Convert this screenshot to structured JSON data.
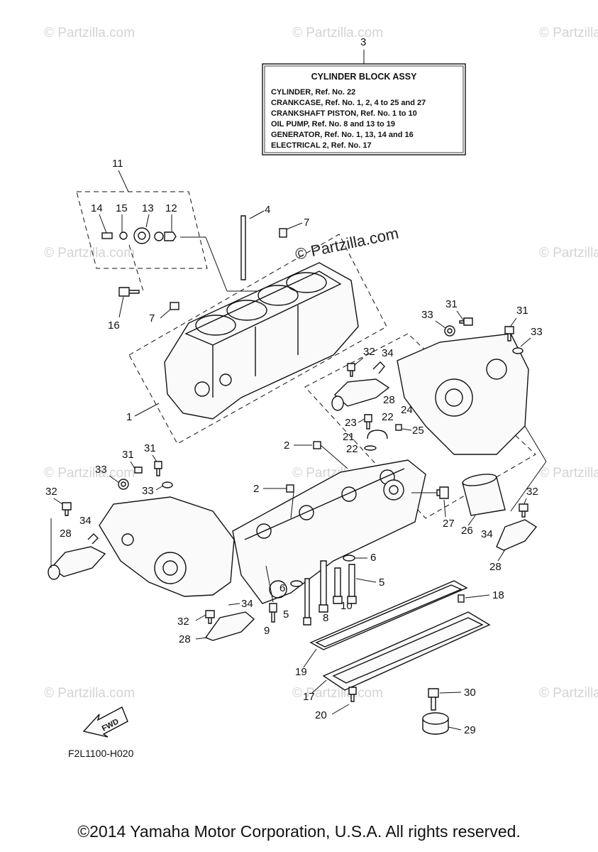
{
  "watermark": {
    "text": "© Partzilla.com",
    "center_text": "© Partzilla.com"
  },
  "assembly_box": {
    "callout": "3",
    "title": "CYLINDER BLOCK ASSY",
    "lines": [
      "CYLINDER, Ref. No. 22",
      "CRANKCASE, Ref. No. 1, 2, 4 to 25 and 27",
      "CRANKSHAFT PISTON,  Ref. No. 1 to 10",
      "OIL PUMP, Ref. No. 8 and 13 to 19",
      "GENERATOR, Ref. No. 1, 13, 14 and 16",
      "ELECTRICAL 2, Ref. No. 17"
    ]
  },
  "callouts": {
    "c1": "1",
    "c2a": "2",
    "c2b": "2",
    "c4": "4",
    "c5a": "5",
    "c5b": "5",
    "c6a": "6",
    "c6b": "6",
    "c7a": "7",
    "c7b": "7",
    "c8": "8",
    "c9": "9",
    "c10": "10",
    "c11": "11",
    "c12": "12",
    "c13": "13",
    "c14": "14",
    "c15": "15",
    "c16": "16",
    "c17": "17",
    "c18": "18",
    "c19": "19",
    "c20": "20",
    "c21": "21",
    "c22a": "22",
    "c22b": "22",
    "c23": "23",
    "c24": "24",
    "c25": "25",
    "c26": "26",
    "c27": "27",
    "c28a": "28",
    "c28b": "28",
    "c28c": "28",
    "c28d": "28",
    "c29": "29",
    "c30": "30",
    "c31a": "31",
    "c31b": "31",
    "c31c": "31",
    "c32a": "32",
    "c32b": "32",
    "c32c": "32",
    "c32d": "32",
    "c33a": "33",
    "c33b": "33",
    "c33c": "33",
    "c33d": "33",
    "c34a": "34",
    "c34b": "34",
    "c34c": "34",
    "c34d": "34"
  },
  "fwd_arrow": {
    "label": "FWD"
  },
  "drawing_code": "F2L1100-H020",
  "copyright": "©2014 Yamaha Motor Corporation, U.S.A. All rights reserved."
}
